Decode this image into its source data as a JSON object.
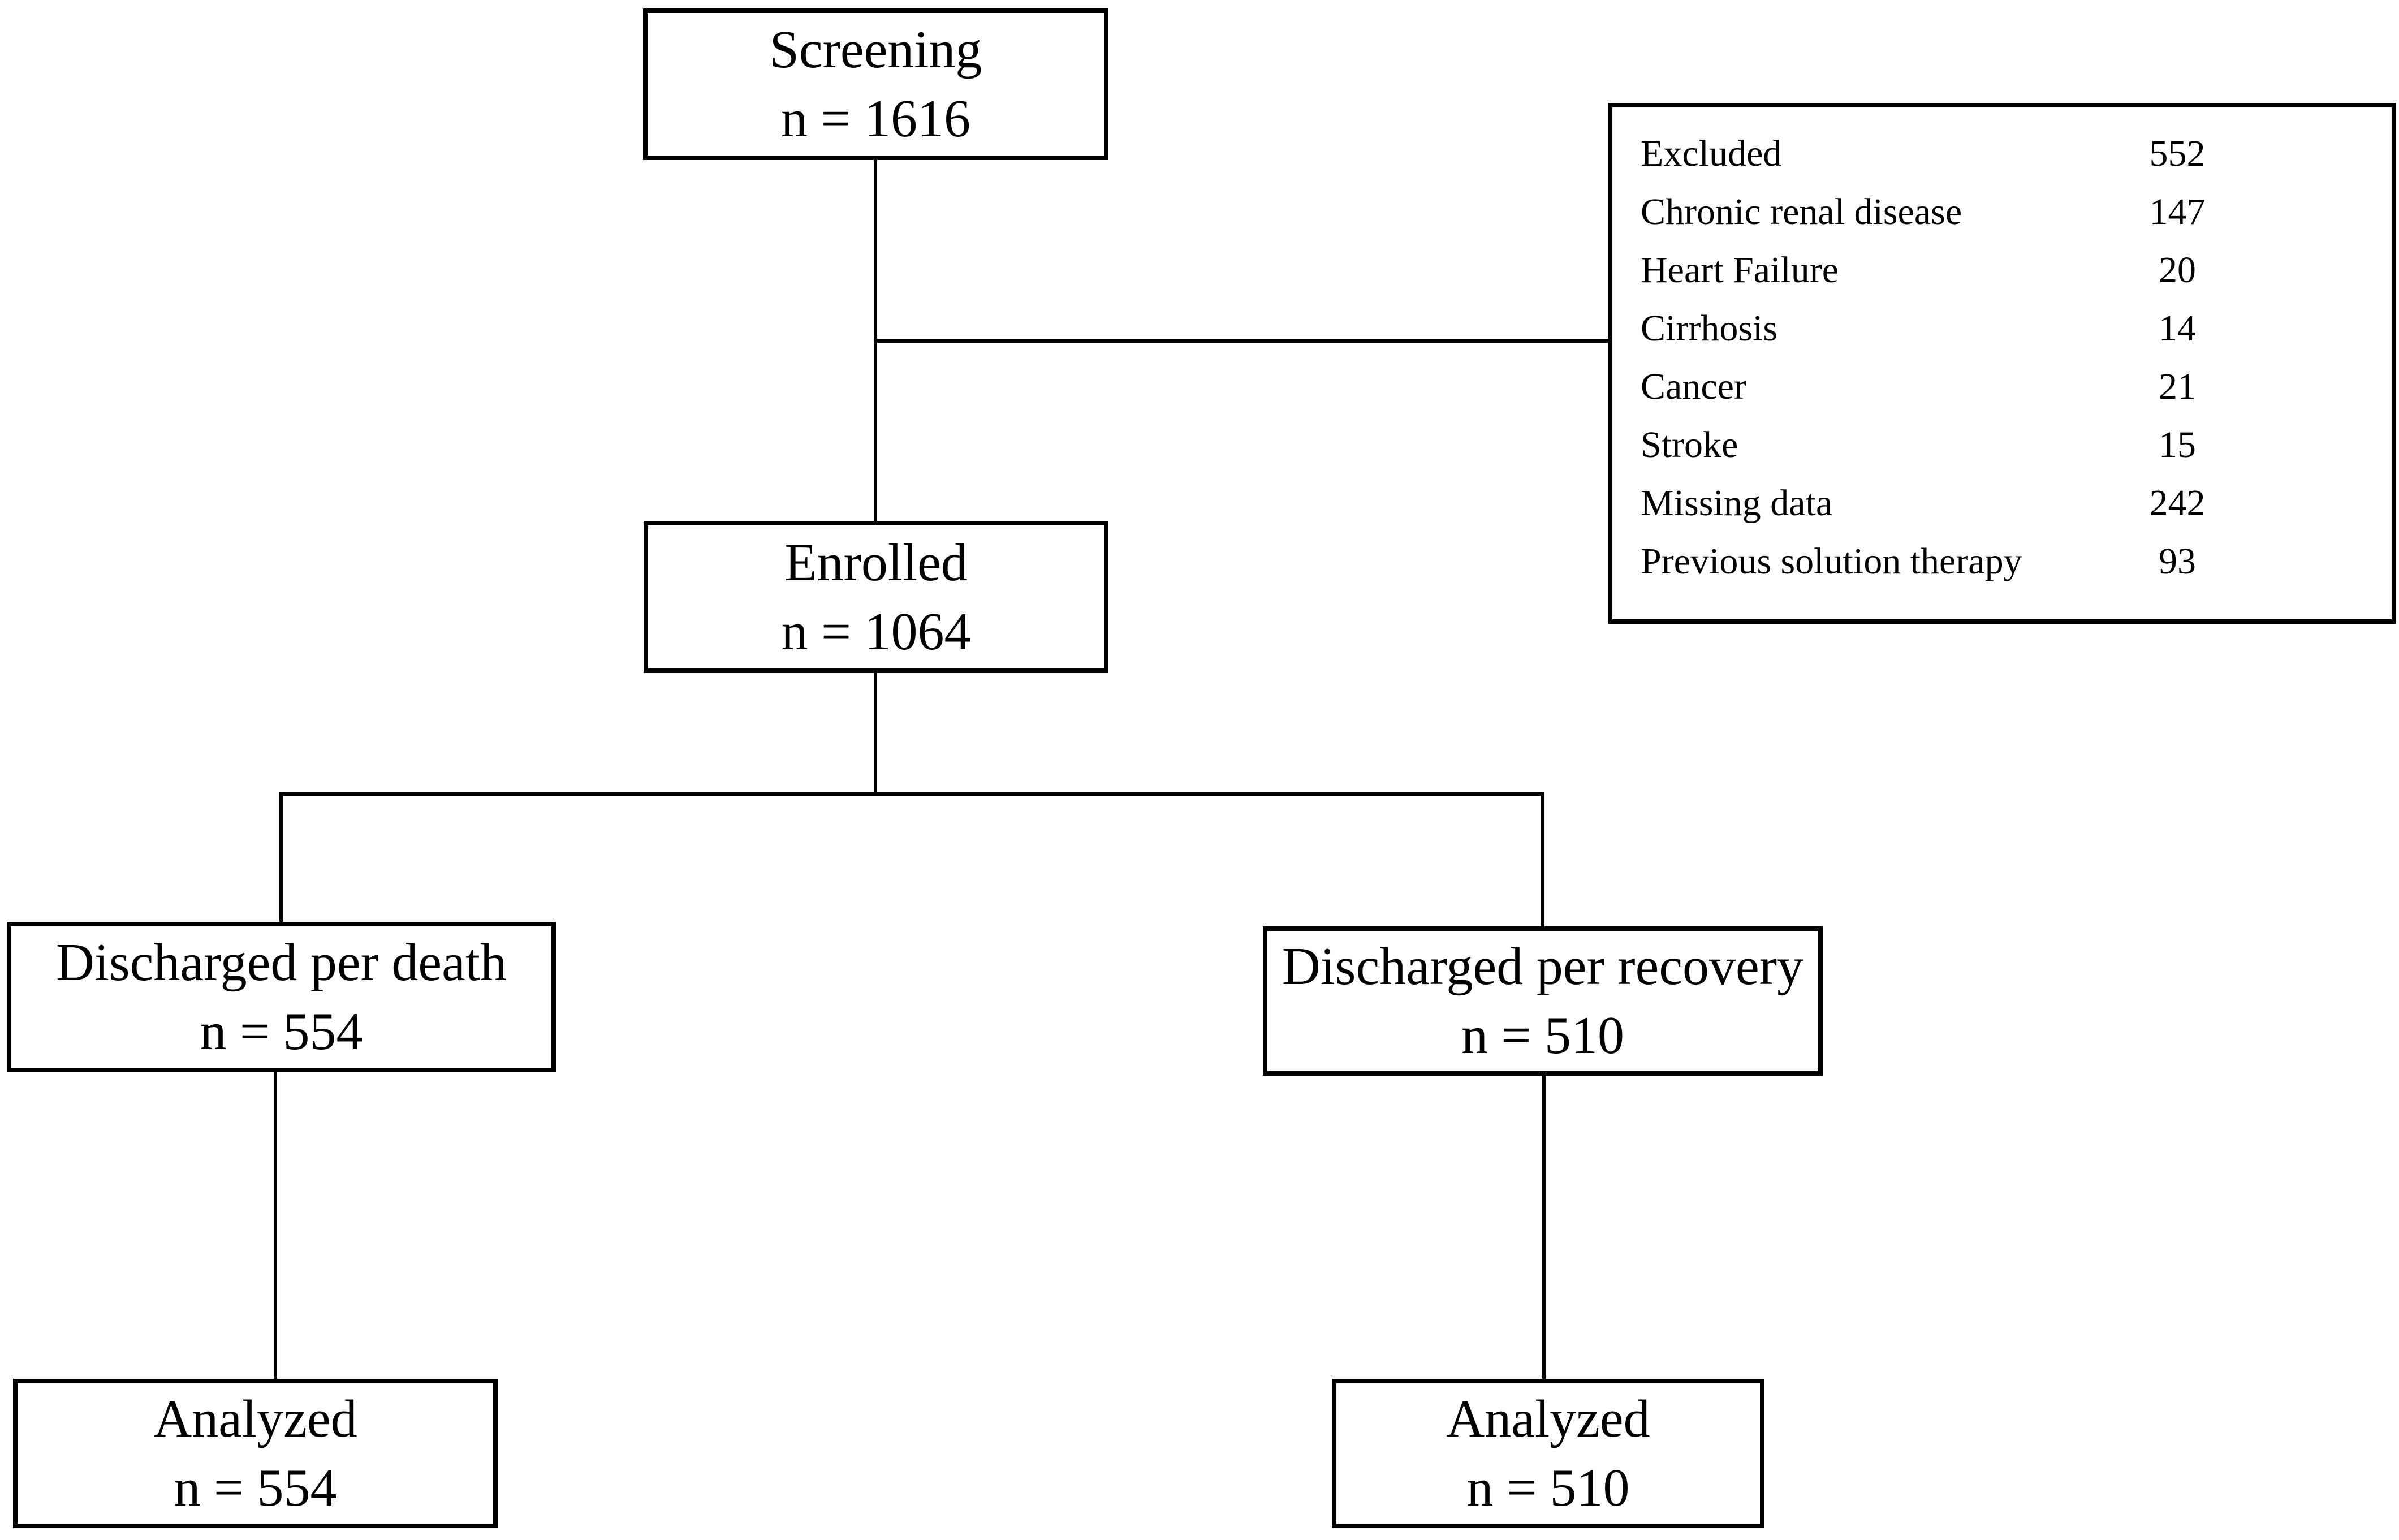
{
  "diagram": {
    "background": "#ffffff",
    "line_color": "#000000",
    "text_color": "#000000",
    "nodes": {
      "screening": {
        "label": "Screening",
        "n": "n = 1616"
      },
      "enrolled": {
        "label": "Enrolled",
        "n": "n = 1064"
      },
      "discharged_death": {
        "label": "Discharged per death",
        "n": "n = 554"
      },
      "discharged_recovery": {
        "label": "Discharged per recovery",
        "n": "n = 510"
      },
      "analyzed_death": {
        "label": "Analyzed",
        "n": "n = 554"
      },
      "analyzed_recovery": {
        "label": "Analyzed",
        "n": "n = 510"
      }
    },
    "excluded_box": {
      "rows": [
        {
          "label": "Excluded",
          "value": "552"
        },
        {
          "label": "Chronic renal disease",
          "value": "147"
        },
        {
          "label": "Heart Failure",
          "value": "20"
        },
        {
          "label": "Cirrhosis",
          "value": "14"
        },
        {
          "label": "Cancer",
          "value": "21"
        },
        {
          "label": "Stroke",
          "value": "15"
        },
        {
          "label": "Missing data",
          "value": "242"
        },
        {
          "label": "Previous solution therapy",
          "value": "93"
        }
      ]
    }
  }
}
